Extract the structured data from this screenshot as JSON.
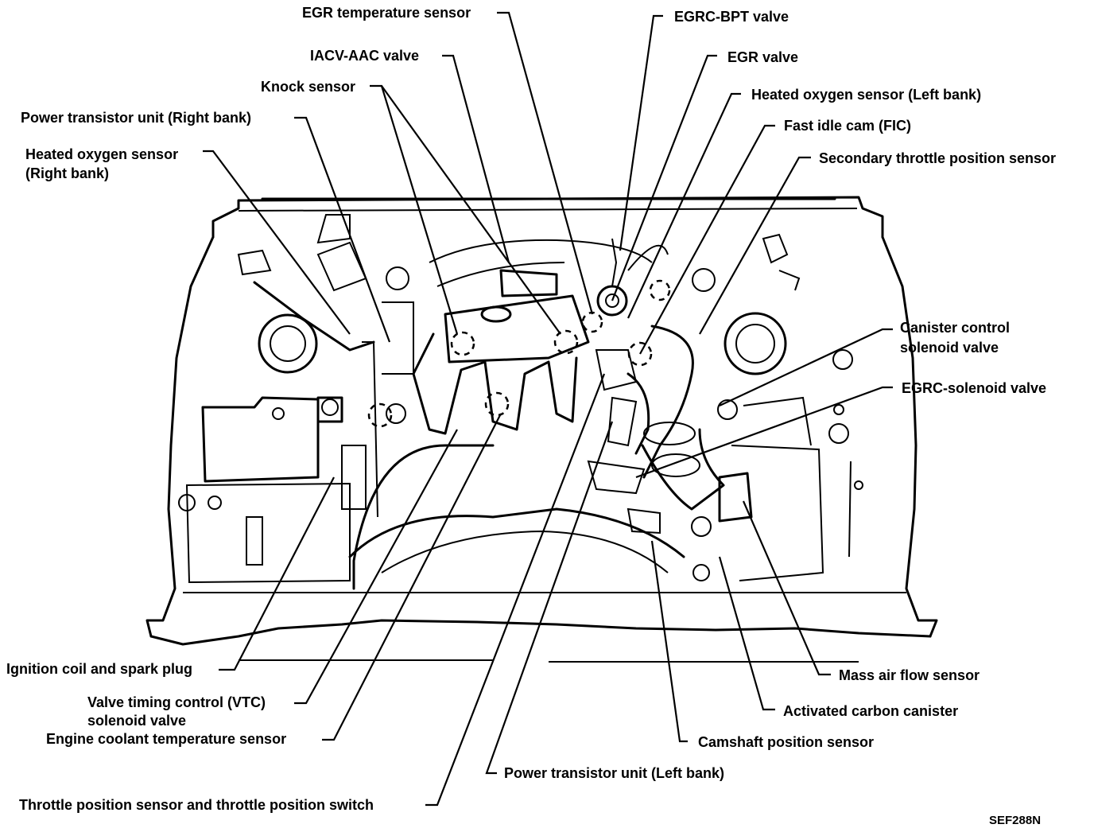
{
  "labels": {
    "egr_temp_sensor": "EGR temperature sensor",
    "egrc_bpt_valve": "EGRC-BPT valve",
    "iacv_aac_valve": "IACV-AAC valve",
    "egr_valve": "EGR valve",
    "knock_sensor": "Knock sensor",
    "ho2s_left": "Heated oxygen sensor (Left bank)",
    "power_transistor_right": "Power transistor unit  (Right bank)",
    "fic": "Fast idle cam (FIC)",
    "ho2s_right_1": "Heated oxygen sensor",
    "ho2s_right_2": "(Right bank)",
    "secondary_tps": "Secondary throttle position sensor",
    "canister_control_1": "Canister control",
    "canister_control_2": "solenoid valve",
    "egrc_solenoid": "EGRC-solenoid  valve",
    "ignition_coil": "Ignition coil and spark plug",
    "vtc_1": "Valve timing control (VTC)",
    "vtc_2": "solenoid valve",
    "ect_sensor": "Engine coolant temperature sensor",
    "maf_sensor": "Mass air  flow sensor",
    "carbon_canister": "Activated carbon canister",
    "camshaft_sensor": "Camshaft position sensor",
    "power_transistor_left": "Power transistor unit (Left bank)",
    "tps_switch": "Throttle position sensor and throttle position switch"
  },
  "figure_code": "SEF288N"
}
